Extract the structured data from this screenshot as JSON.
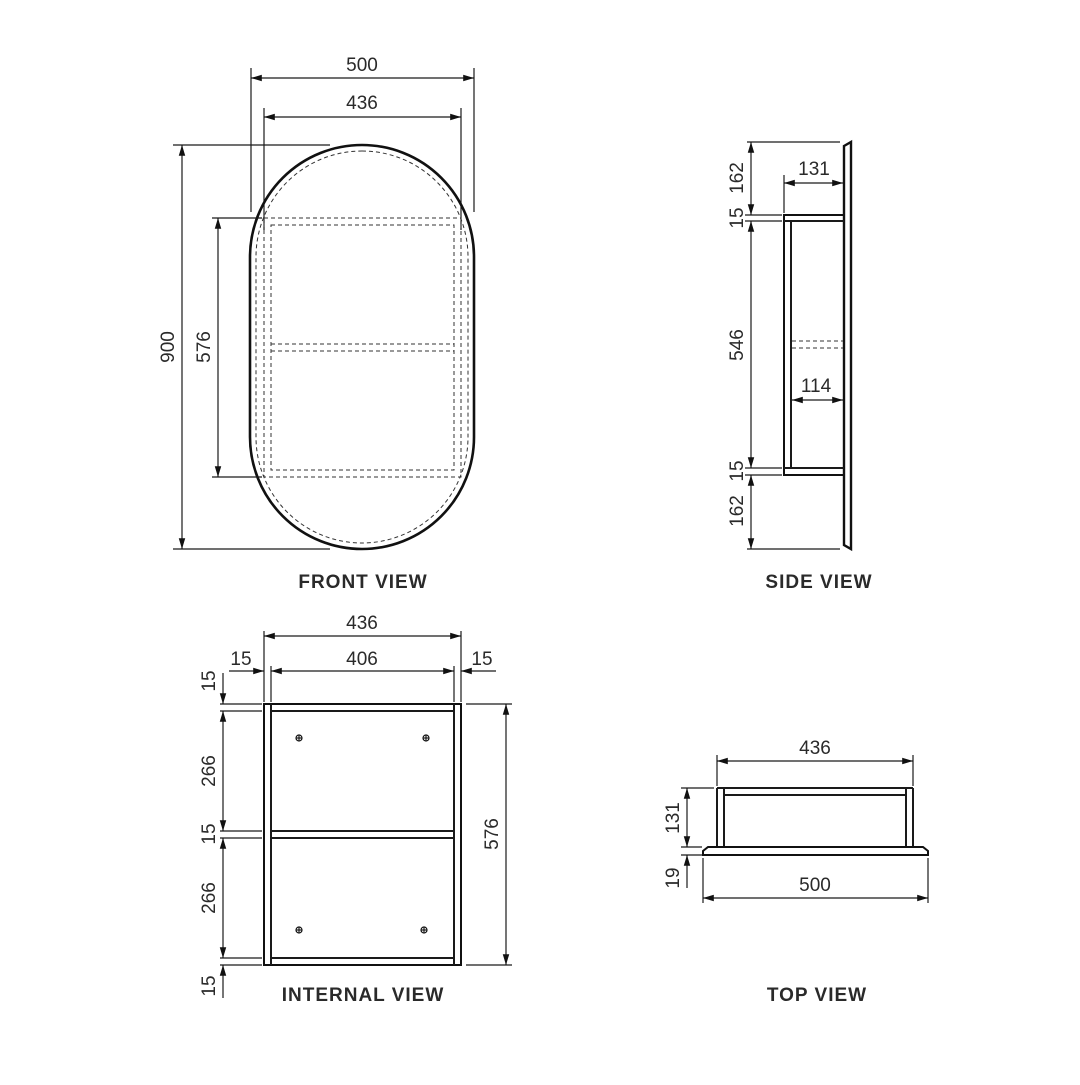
{
  "drawing": {
    "units": "mm",
    "views": {
      "front": {
        "title": "FRONT VIEW",
        "dims": {
          "overall_width": "500",
          "cabinet_width": "436",
          "overall_height": "900",
          "cabinet_height": "576"
        }
      },
      "side": {
        "title": "SIDE VIEW",
        "dims": {
          "top_offset": "162",
          "top_panel": "15",
          "internal_height": "546",
          "bottom_panel": "15",
          "bottom_offset": "162",
          "depth": "131",
          "internal_depth": "114"
        }
      },
      "internal": {
        "title": "INTERNAL VIEW",
        "dims": {
          "outer_width": "436",
          "inner_width": "406",
          "left_panel": "15",
          "right_panel": "15",
          "top_panel": "15",
          "upper_shelf_space": "266",
          "shelf": "15",
          "lower_shelf_space": "266",
          "bottom_panel": "15",
          "overall_height": "576"
        }
      },
      "top": {
        "title": "TOP VIEW",
        "dims": {
          "cabinet_width": "436",
          "cabinet_depth": "131",
          "mirror_depth": "19",
          "mirror_width": "500"
        }
      }
    }
  }
}
